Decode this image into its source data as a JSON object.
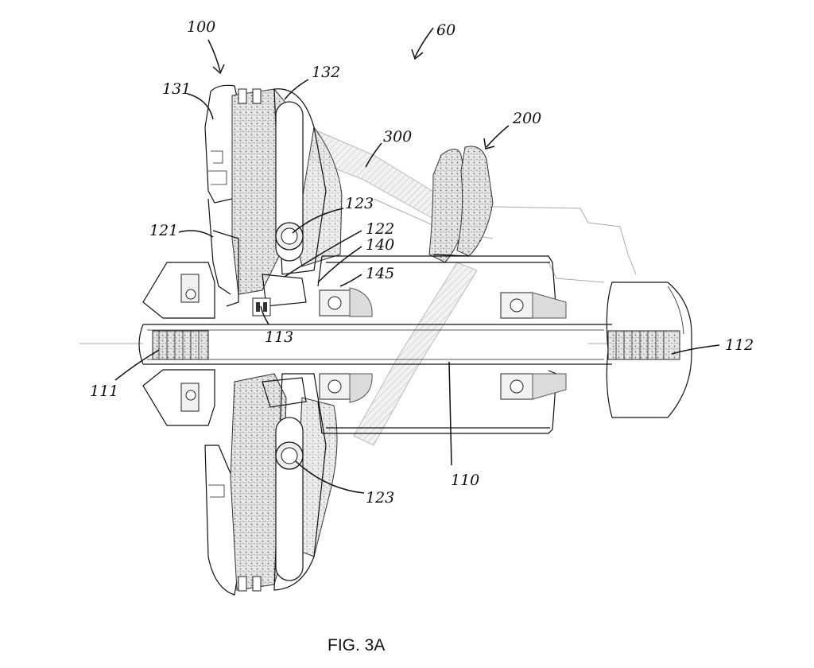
{
  "figure": {
    "caption": "FIG. 3A",
    "reference_labels": {
      "r60": "60",
      "r100": "100",
      "r131": "131",
      "r132": "132",
      "r300": "300",
      "r200": "200",
      "r123_upper": "123",
      "r121": "121",
      "r122": "122",
      "r140": "140",
      "r145": "145",
      "r113": "113",
      "r112": "112",
      "r111": "111",
      "r110": "110",
      "r123_lower": "123"
    }
  }
}
